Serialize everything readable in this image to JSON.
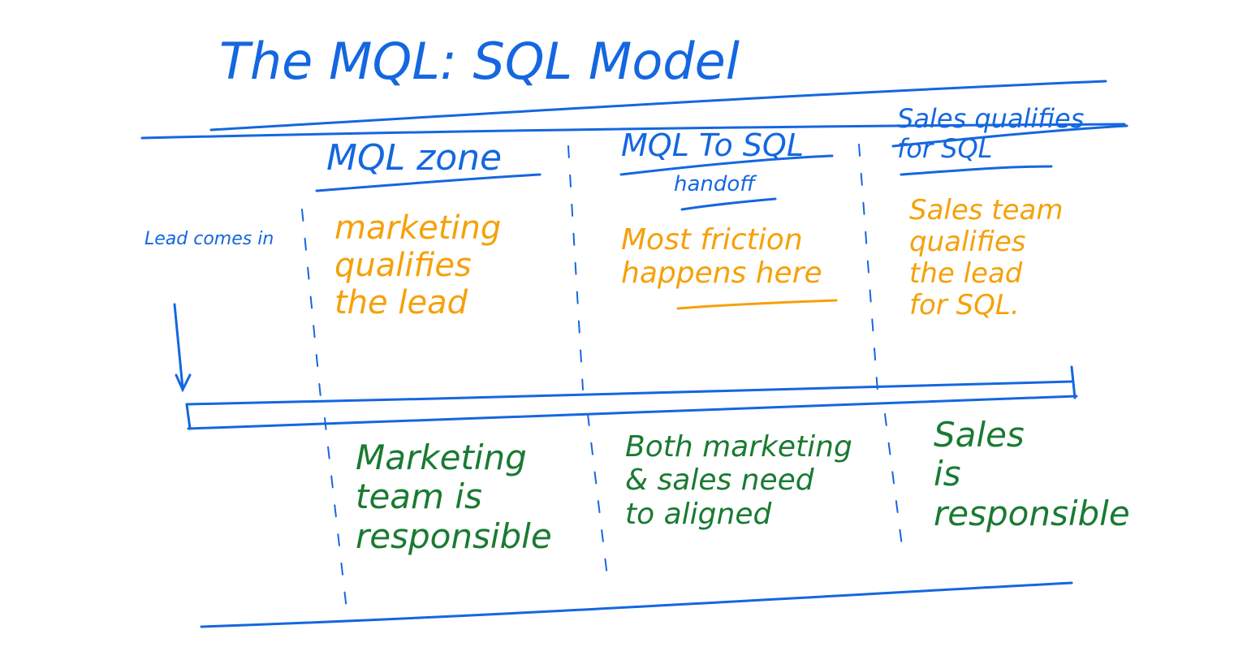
{
  "title": "The MQL: SQL Model",
  "colors": {
    "ink_blue": "#1467e0",
    "ink_orange": "#f5a10a",
    "ink_green": "#1a7a32"
  },
  "entry_label": "Lead comes in",
  "columns": [
    {
      "header": "MQL zone",
      "subheader": "",
      "description": "marketing\nqualifies\nthe lead",
      "responsibility": "Marketing\nteam is\nresponsible"
    },
    {
      "header": "MQL To SQL",
      "subheader": "handoff",
      "description": "Most friction\nhappens here",
      "responsibility": "Both marketing\n& sales need\nto aligned"
    },
    {
      "header": "Sales qualifies\nfor SQL",
      "subheader": "",
      "description": "Sales team\nqualifies\nthe lead\nfor SQL.",
      "responsibility": "Sales\nis\nresponsible"
    }
  ]
}
